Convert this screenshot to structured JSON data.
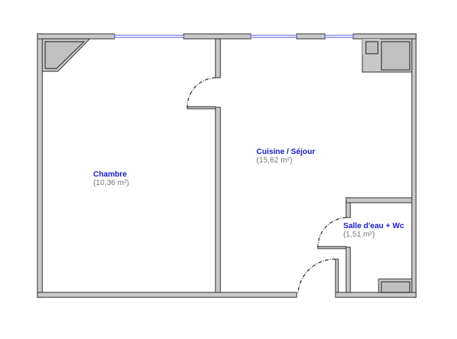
{
  "rooms": [
    {
      "name": "Chambre",
      "area": "(10,36 m²)"
    },
    {
      "name": "Cuisine / Séjour",
      "area": "(15,62 m²)"
    },
    {
      "name": "Salle d'eau + Wc",
      "area": "(1,51 m²)"
    }
  ],
  "colors": {
    "label": "#1a1acc",
    "area": "#777777",
    "wall": "#c8c8c8",
    "window": "#6a6ae0"
  }
}
